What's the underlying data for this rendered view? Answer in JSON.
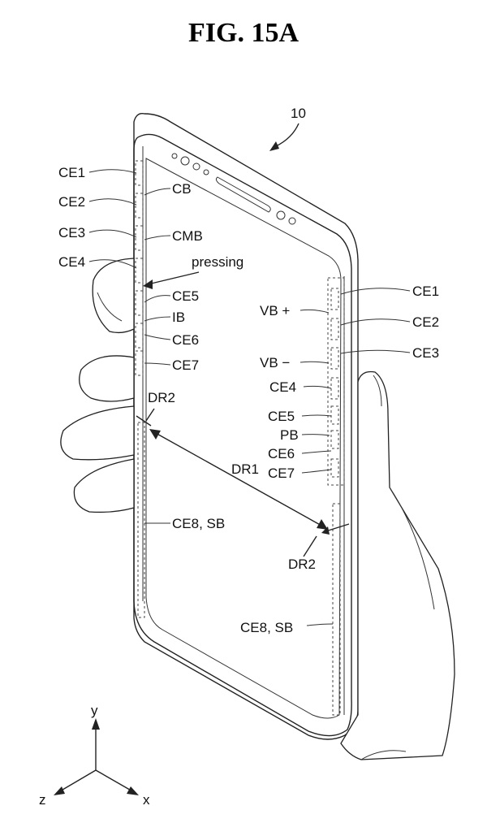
{
  "figure": {
    "title": "FIG. 15A",
    "device_ref": "10"
  },
  "left_labels": {
    "ce1": "CE1",
    "ce2": "CE2",
    "ce3": "CE3",
    "ce4": "CE4",
    "cb": "CB",
    "cmb": "CMB",
    "pressing": "pressing",
    "ce5": "CE5",
    "ib": "IB",
    "ce6": "CE6",
    "ce7": "CE7",
    "dr2": "DR2",
    "ce8_sb": "CE8, SB"
  },
  "right_labels": {
    "ce1": "CE1",
    "vb_plus": "VB +",
    "ce2": "CE2",
    "vb_minus": "VB −",
    "ce3": "CE3",
    "ce4": "CE4",
    "ce5": "CE5",
    "pb": "PB",
    "ce6": "CE6",
    "ce7": "CE7",
    "dr2": "DR2",
    "ce8_sb": "CE8, SB"
  },
  "center_labels": {
    "dr1": "DR1"
  },
  "axes": {
    "y": "y",
    "z": "z",
    "x": "x"
  }
}
